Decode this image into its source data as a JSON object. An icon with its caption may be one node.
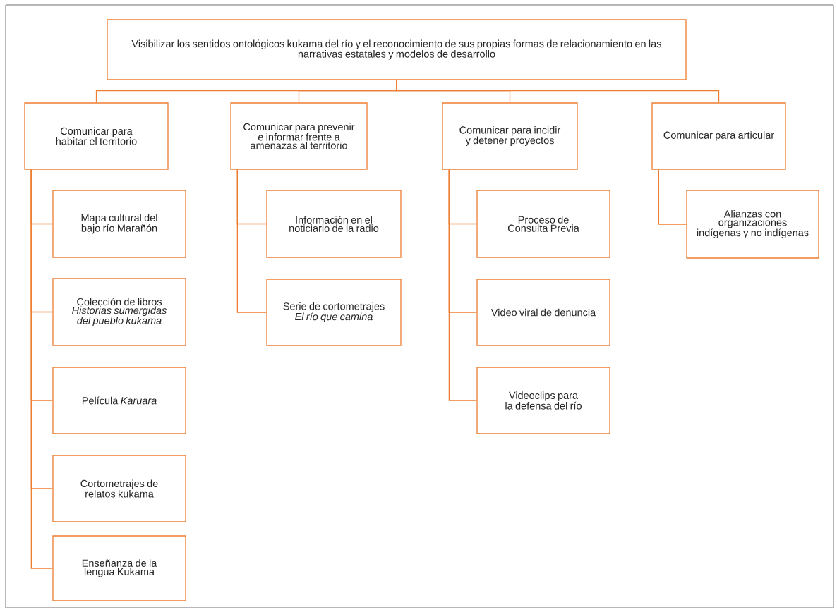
{
  "diagram": {
    "nodes": [
      {
        "text": [
          "Visibilizar los sentidos ontológicos kukama del río y el reconocimiento de sus propias formas de relacionamiento en las narrativas estatales y modelos de desarrollo"
        ]
      },
      {
        "text": [
          "Comunicar para habitar el territorio"
        ]
      },
      {
        "text": [
          "Comunicar para prevenir e informar frente a amenazas al territorio"
        ]
      },
      {
        "text": [
          "Comunicar para incidir y detener proyectos"
        ]
      },
      {
        "text": [
          "Comunicar para articular"
        ]
      },
      {
        "text": [
          "Mapa cultural del bajo río Marañón"
        ]
      },
      {
        "text": [
          "Colección de libros *Historias sumergidas del pueblo kukama*"
        ]
      },
      {
        "text": [
          "Película *Karuara*"
        ]
      },
      {
        "text": [
          "Cortometrajes de relatos kukama"
        ]
      },
      {
        "text": [
          "Enseñanza de la lengua Kukama"
        ]
      },
      {
        "text": [
          "Información en el noticiario de la radio"
        ]
      },
      {
        "text": [
          "Serie de cortometrajes *El río que camina*"
        ]
      },
      {
        "text": [
          "Proceso de Consulta Previa"
        ]
      },
      {
        "text": [
          "Video viral de denuncia"
        ]
      },
      {
        "text": [
          "Videoclips para la defensa del río"
        ]
      },
      {
        "text": [
          "Alianzas con organizaciones indígenas y no indígenas"
        ]
      }
    ],
    "edges": [
      {
        "from": 0,
        "to": 1,
        "arrow": "none"
      },
      {
        "from": 0,
        "to": 2,
        "arrow": "none"
      },
      {
        "from": 0,
        "to": 3,
        "arrow": "none"
      },
      {
        "from": 0,
        "to": 4,
        "arrow": "none"
      },
      {
        "from": 1,
        "to": 5,
        "arrow": "none"
      },
      {
        "from": 1,
        "to": 6,
        "arrow": "none"
      },
      {
        "from": 1,
        "to": 7,
        "arrow": "none"
      },
      {
        "from": 1,
        "to": 8,
        "arrow": "none"
      },
      {
        "from": 1,
        "to": 9,
        "arrow": "none"
      },
      {
        "from": 2,
        "to": 10,
        "arrow": "none"
      },
      {
        "from": 2,
        "to": 11,
        "arrow": "none"
      },
      {
        "from": 3,
        "to": 12,
        "arrow": "none"
      },
      {
        "from": 3,
        "to": 13,
        "arrow": "none"
      },
      {
        "from": 3,
        "to": 14,
        "arrow": "none"
      },
      {
        "from": 4,
        "to": 15,
        "arrow": "none"
      }
    ]
  }
}
